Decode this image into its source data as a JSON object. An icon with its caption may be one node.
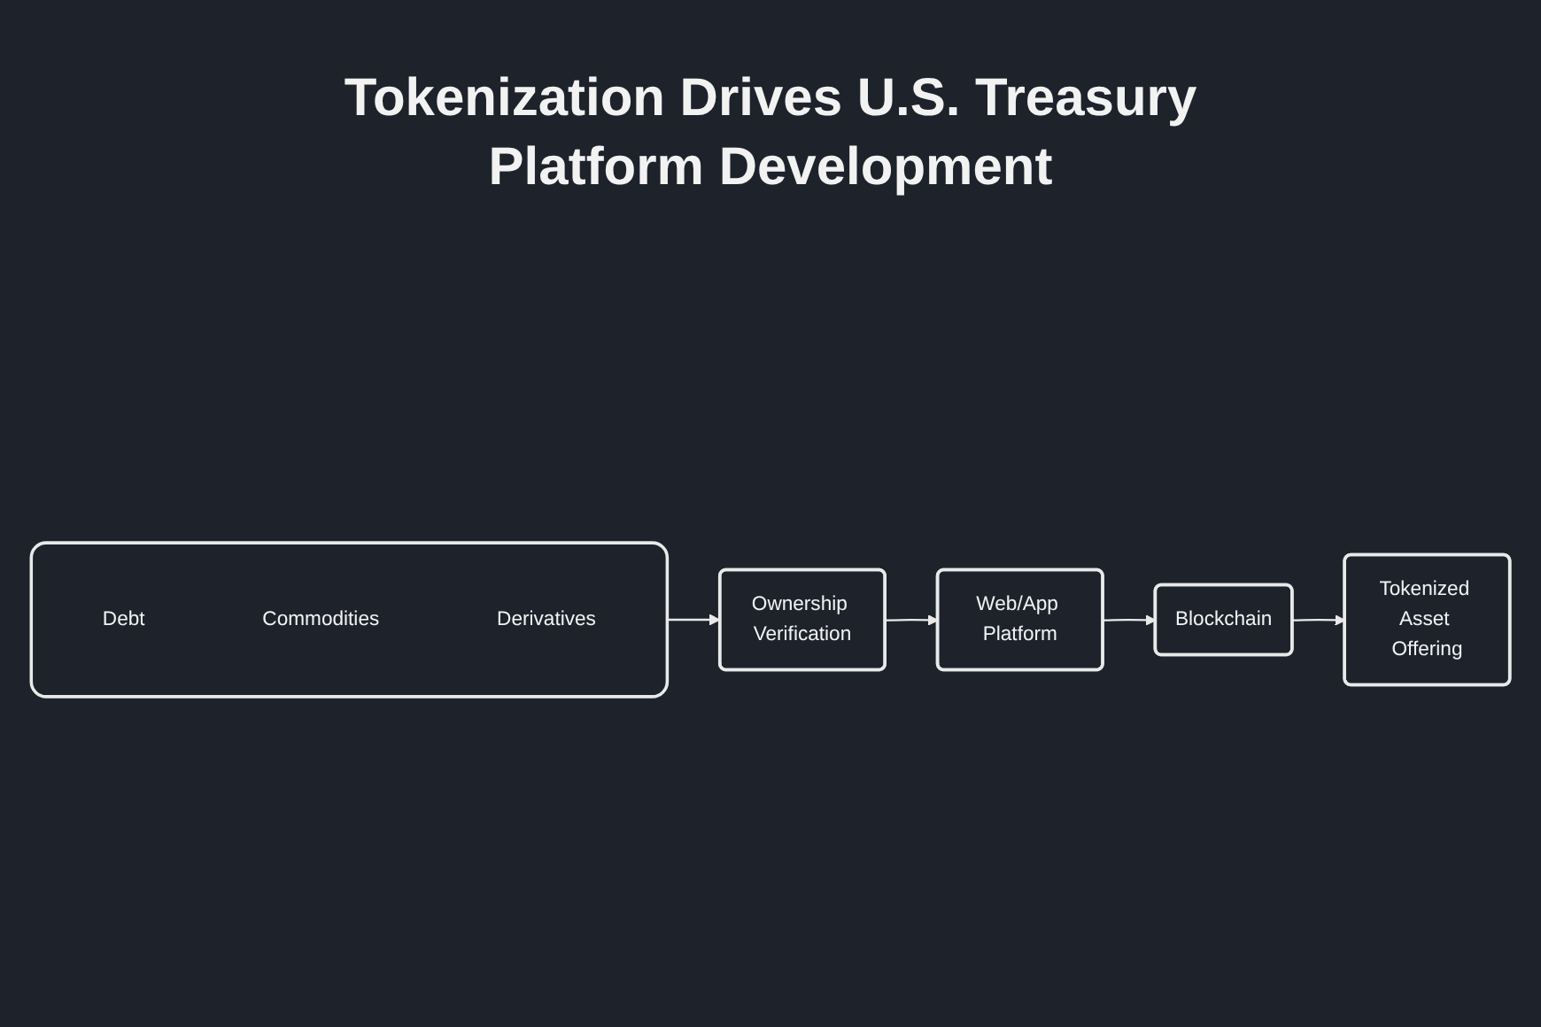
{
  "diagram": {
    "title": "Tokenization Drives U.S. Treasury Platform Development",
    "nodes": [
      {
        "text": [],
        "shape": "box"
      },
      {
        "text": [
          "Debt"
        ],
        "in": 0
      },
      {
        "text": [
          "Commodities"
        ],
        "in": 0
      },
      {
        "text": [
          "Derivatives"
        ],
        "in": 0
      },
      {
        "text": [
          "Ownership Verification"
        ]
      },
      {
        "text": [
          "Web/App Platform"
        ]
      },
      {
        "text": [
          "Blockchain"
        ]
      },
      {
        "text": [
          "Tokenized Asset Offering"
        ]
      }
    ],
    "edges": [
      {
        "from": 0,
        "to": 4,
        "arrow": "to"
      },
      {
        "from": 4,
        "to": 5,
        "arrow": "to"
      },
      {
        "from": 5,
        "to": 6,
        "arrow": "to"
      },
      {
        "from": 6,
        "to": 7,
        "arrow": "to"
      }
    ]
  }
}
